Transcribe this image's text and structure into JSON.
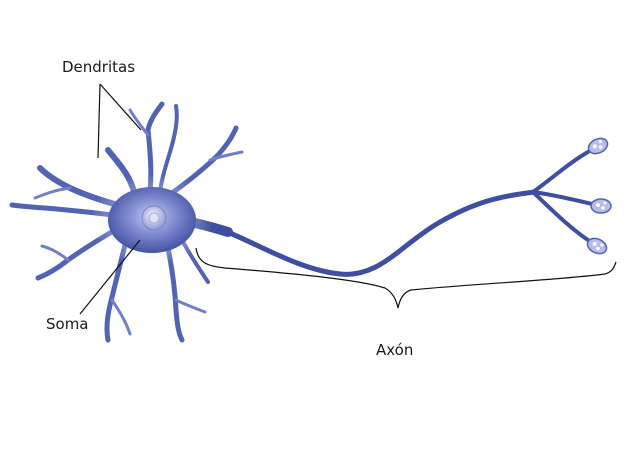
{
  "labels": {
    "dendrites": "Dendritas",
    "soma": "Soma",
    "axon": "Axón"
  },
  "colors": {
    "neuron": "#3f4ea0",
    "neuron_light": "#8f9bd6",
    "leader_line": "#111111",
    "background": "#ffffff"
  }
}
